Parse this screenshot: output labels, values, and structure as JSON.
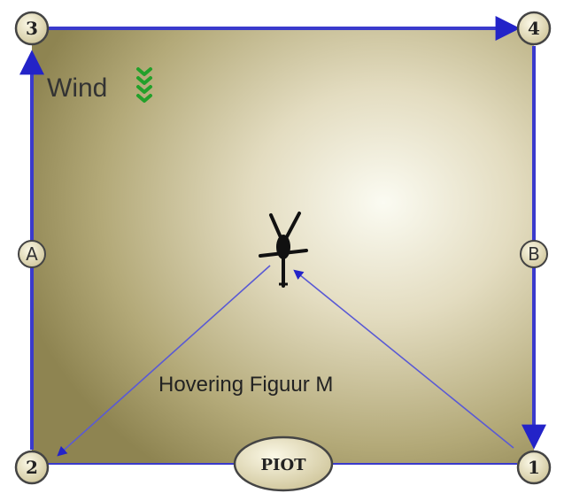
{
  "diagram": {
    "wind_label": "Wind",
    "caption": "Hovering Figuur M",
    "pilot_label": "PIOT",
    "corners": {
      "c1": "1",
      "c2": "2",
      "c3": "3",
      "c4": "4"
    },
    "sides": {
      "a": "A",
      "b": "B"
    },
    "icons": {
      "wind": "wind-chevrons-icon",
      "helicopter": "helicopter-icon"
    },
    "colors": {
      "track": "#3a3acc",
      "field_center": "#fbfbf2",
      "field_edge": "#8e8451",
      "marker_fill": "#ece6c6",
      "wind_arrow": "#22a02a"
    }
  }
}
